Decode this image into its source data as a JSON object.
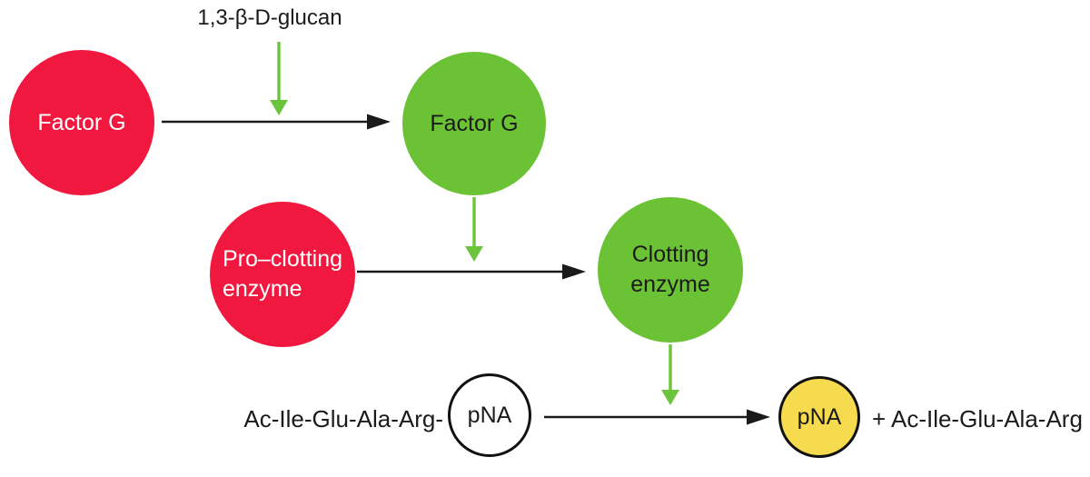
{
  "diagram": {
    "glucan_label": "1,3-β-D-glucan",
    "nodes": {
      "factor_g_inactive": {
        "label": "Factor G"
      },
      "factor_g_active": {
        "label": "Factor G"
      },
      "pro_clotting_enzyme": {
        "label": "Pro–clotting\nenzyme"
      },
      "clotting_enzyme": {
        "label": "Clotting\nenzyme"
      },
      "substrate_pna": {
        "label": "pNA"
      },
      "product_pna": {
        "label": "pNA"
      }
    },
    "substrate_prefix": "Ac-Ile-Glu-Ala-Arg-",
    "product_suffix": "+ Ac-Ile-Glu-Ala-Arg"
  },
  "colors": {
    "inactive_red": "#F0183F",
    "active_green": "#6BC235",
    "arrow_green": "#6CC43C",
    "arrow_black": "#1A1A1A",
    "pna_yellow": "#F6DB4E",
    "text_on_red": "#FFFFFF",
    "text_dark": "#1B1B1B",
    "background": "#FFFFFF"
  }
}
